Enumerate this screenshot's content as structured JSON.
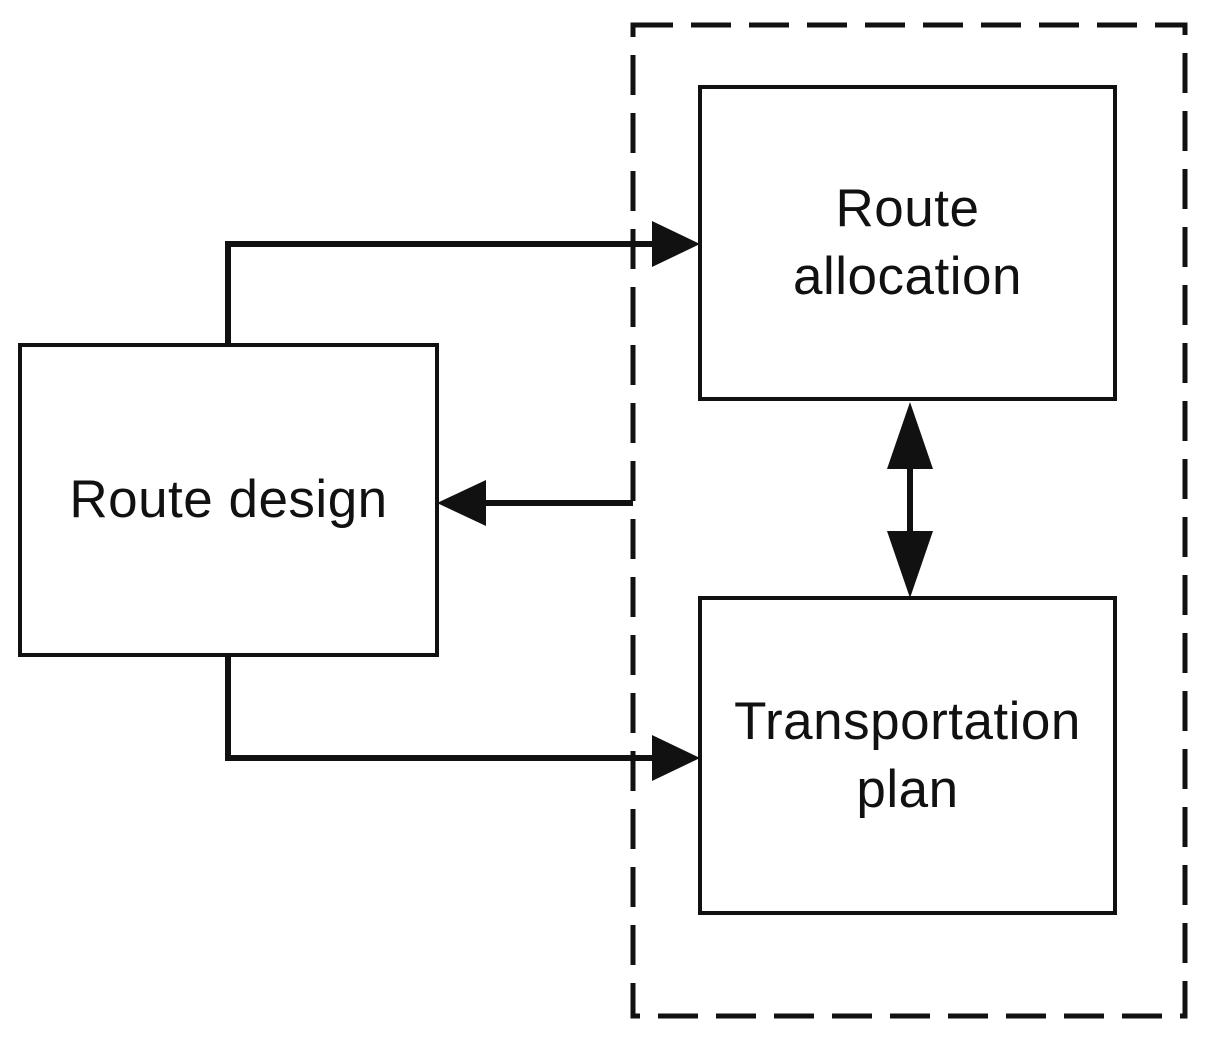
{
  "diagram": {
    "type": "flowchart",
    "colors": {
      "background": "#ffffff",
      "stroke": "#111111",
      "text": "#111111"
    },
    "nodes": {
      "route_design": {
        "label": "Route design",
        "lines": [
          "Route design"
        ]
      },
      "route_allocation": {
        "label": "Route allocation",
        "lines": [
          "Route",
          "allocation"
        ]
      },
      "transportation_plan": {
        "label": "Transportation plan",
        "lines": [
          "Transportation",
          "plan"
        ]
      }
    },
    "group": {
      "style": "dashed-rectangle",
      "contains": [
        "route_allocation",
        "transportation_plan"
      ]
    },
    "relations": [
      {
        "from": "route_design",
        "to": "route_allocation",
        "type": "directed"
      },
      {
        "from": "dashed_group",
        "to": "route_design",
        "type": "directed"
      },
      {
        "from": "route_design",
        "to": "transportation_plan",
        "type": "directed"
      },
      {
        "from": "route_allocation",
        "to": "transportation_plan",
        "type": "bidirectional"
      }
    ]
  }
}
